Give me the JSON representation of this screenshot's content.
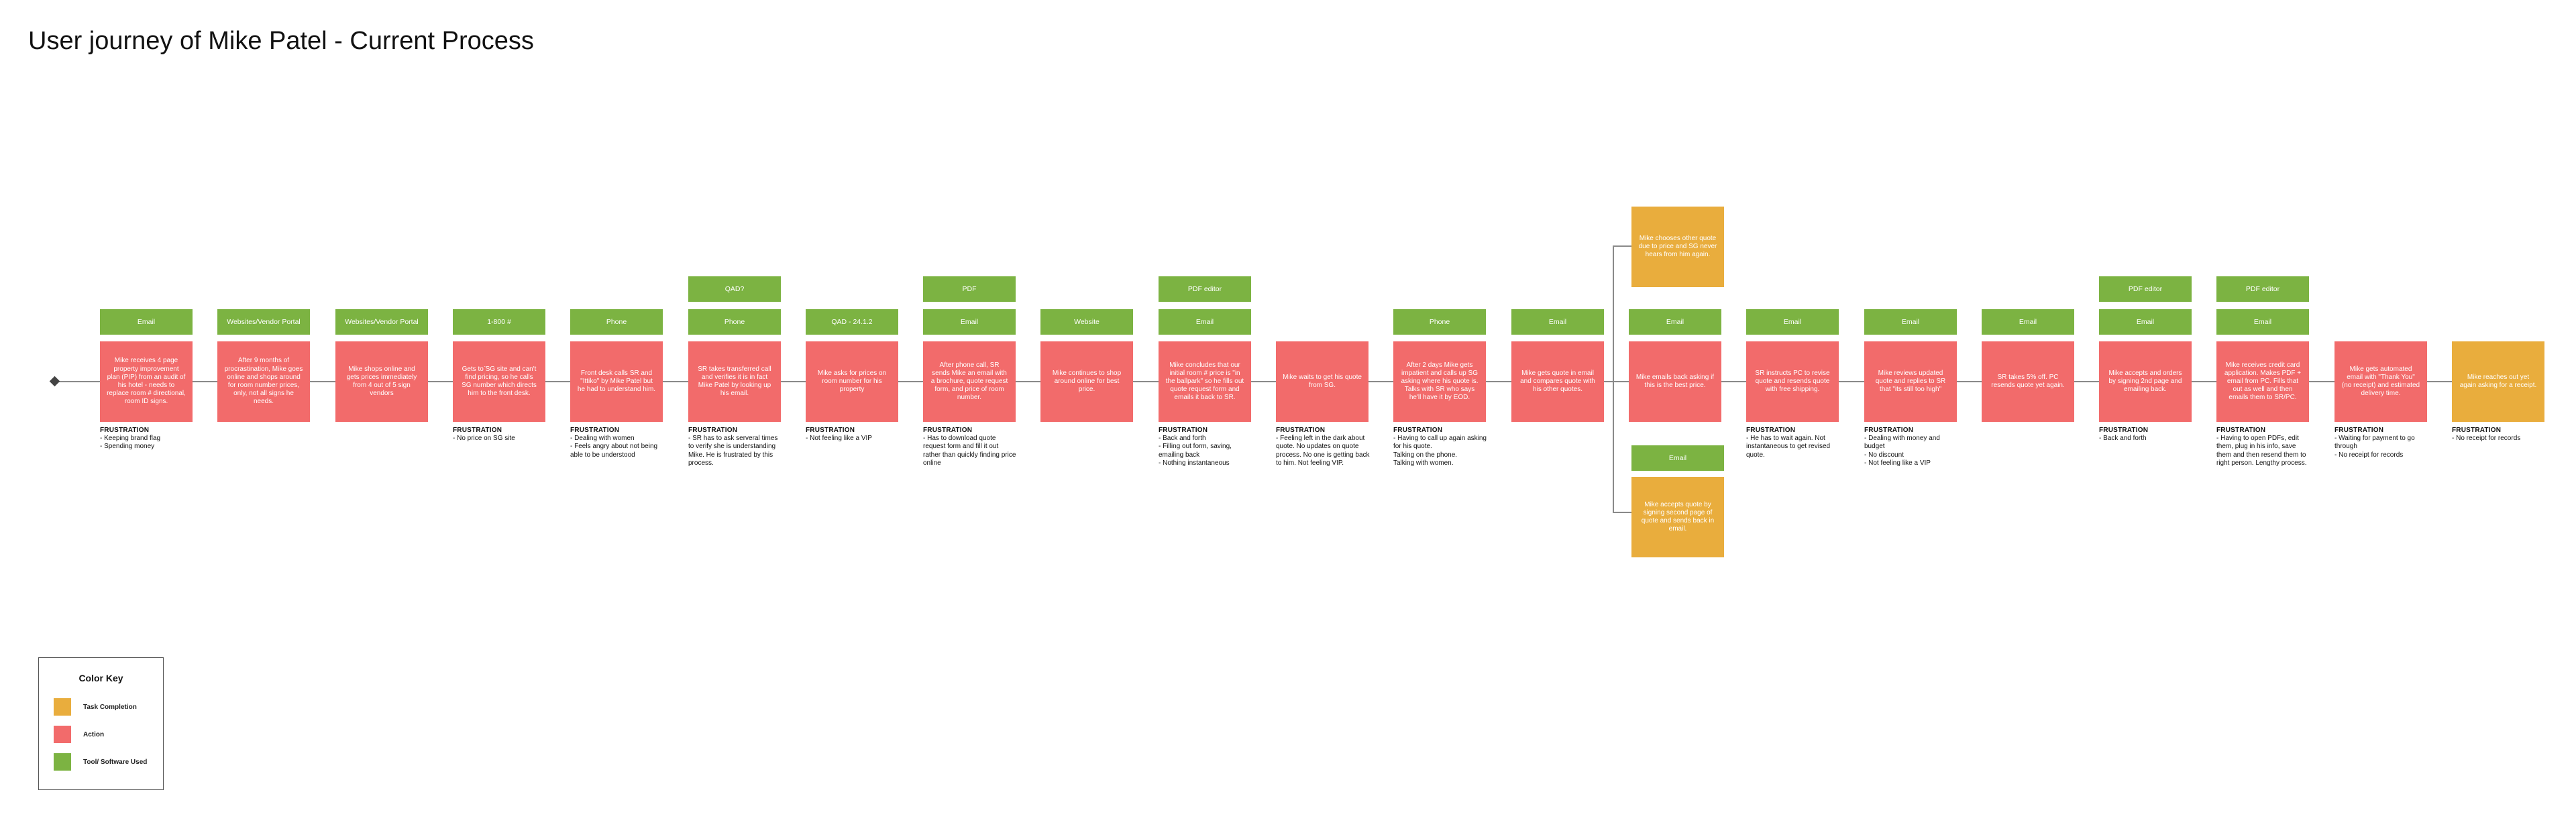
{
  "title": "User journey of Mike Patel - Current Process",
  "colors": {
    "task_completion": "#e9ad3d",
    "action": "#f26b6b",
    "tool": "#7cb342",
    "line": "#8a8a8a"
  },
  "legend": {
    "title": "Color Key",
    "items": [
      {
        "label": "Task Completion",
        "color": "#e9ad3d"
      },
      {
        "label": "Action",
        "color": "#f26b6b"
      },
      {
        "label": "Tool/ Software Used",
        "color": "#7cb342"
      }
    ]
  },
  "frustration_label": "FRUSTRATION",
  "stages": [
    {
      "tools": [
        "Email"
      ],
      "action": "Mike receives 4 page property improvement plan (PIP) from an audit of his hotel - needs to replace room # directional, room ID signs.",
      "frustration": "- Keeping brand flag\n- Spending money"
    },
    {
      "tools": [
        "Websites/Vendor Portal"
      ],
      "action": "After 9 months of procrastination, Mike goes online and shops around for room number prices, only, not all signs he needs.",
      "frustration": ""
    },
    {
      "tools": [
        "Websites/Vendor Portal"
      ],
      "action": "Mike shops online and gets prices immediately from 4 out of 5 sign vendors",
      "frustration": ""
    },
    {
      "tools": [
        "1-800 #"
      ],
      "action": "Gets to ̈SG site and can't find pricing, so he calls SG number which directs him to the front desk.",
      "frustration": "- No price on SG site"
    },
    {
      "tools": [
        "Phone"
      ],
      "action": "Front desk calls SR and \"Ittiko\" by Mike Patel but he had to understand him.",
      "frustration": "- Dealing with women\n- Feels angry about not being able to be understood"
    },
    {
      "tools": [
        "QAD?",
        "Phone"
      ],
      "action": "SR takes transferred call and verifies it is in fact Mike Patel by looking up his email.",
      "frustration": "- SR has to ask serveral times to verify she is understanding Mike. He is frustrated by this process."
    },
    {
      "tools": [
        "QAD - 24.1.2"
      ],
      "action": "Mike asks for prices on room number for his property",
      "frustration": "- Not feeling like a VIP"
    },
    {
      "tools": [
        "PDF",
        "Email"
      ],
      "action": "After phone call, SR sends Mike an email with a brochure, quote request form, and price of room number.",
      "frustration": "- Has to download quote request form and fill it out rather than quickly finding price online"
    },
    {
      "tools": [
        "Website"
      ],
      "action": "Mike continues to shop around online for best price.",
      "frustration": ""
    },
    {
      "tools": [
        "PDF editor",
        "Email"
      ],
      "action": "Mike concludes that our initial room # price is \"in the ballpark\" so he fills out quote request form and emails it back to SR.",
      "frustration": "- Back and forth\n- Filling out form, saving, emailing back\n- Nothing instantaneous"
    },
    {
      "tools": [],
      "action": "Mike waits to get his quote from SG.",
      "frustration": "- Feeling left in the dark about quote. No updates on quote process. No one is getting back to him. Not feeling VIP."
    },
    {
      "tools": [
        "Phone"
      ],
      "action": "After 2 days Mike gets impatient and calls up SG asking where his quote is. Talks with SR who says he'll have it by EOD.",
      "frustration": "- Having to call up again asking for his quote.\nTalking on the phone.\nTalking with women."
    },
    {
      "tools": [
        "Email"
      ],
      "action": "Mike gets quote in email and compares quote with his other quotes.",
      "frustration": ""
    },
    {
      "tools": [
        "Email"
      ],
      "action": "Mike emails back asking if this is the best price.",
      "frustration": ""
    },
    {
      "tools": [
        "Email"
      ],
      "action": "SR instructs PC to revise quote and resends quote with free shipping.",
      "frustration": "- He has to wait again. Not instantaneous to get revised quote."
    },
    {
      "tools": [
        "Email"
      ],
      "action": "Mike reviews updated quote and replies to SR that \"its still too high\"",
      "frustration": "- Dealing with money and budget\n- No discount\n- Not feeling like a VIP"
    },
    {
      "tools": [
        "Email"
      ],
      "action": "SR takes 5% off. PC resends quote yet again.",
      "frustration": ""
    },
    {
      "tools": [
        "PDF editor",
        "Email"
      ],
      "action": "Mike accepts and orders by signing 2nd page and emailing back.",
      "frustration": "- Back and forth"
    },
    {
      "tools": [
        "PDF editor",
        "Email"
      ],
      "action": "Mike receives credit card application. Makes PDF + email from PC. Fills that out as well and then emails them to SR/PC.",
      "frustration": "- Having to open PDFs, edit them, plug in his info, save them and then resend them to right person. Lengthy process."
    },
    {
      "tools": [],
      "action": "Mike gets automated email with \"Thank You\" (no receipt) and estimated delivery time.",
      "frustration": "- Waiting for payment to go through\n- No receipt for records"
    },
    {
      "tools": [],
      "action": "Mike reaches out yet again asking for a receipt.",
      "frustration": "- No receipt for records",
      "completion": true
    }
  ],
  "branches": {
    "upper": {
      "action": "Mike chooses other quote due to price and SG never hears from him again."
    },
    "lower": {
      "tool": "Email",
      "action": "Mike accepts quote by signing second page of quote and sends back in email."
    }
  }
}
